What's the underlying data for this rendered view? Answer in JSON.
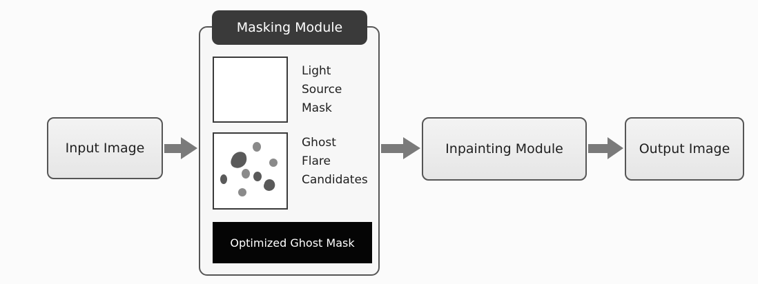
{
  "diagram": {
    "input": {
      "label": "Input Image"
    },
    "masking_module": {
      "title": "Masking Module",
      "light_source": {
        "lines": [
          "Light",
          "Source",
          "Mask"
        ]
      },
      "ghost_candidates": {
        "lines": [
          "Ghost",
          "Flare",
          "Candidates"
        ]
      },
      "optimized": {
        "label": "Optimized Ghost Mask"
      }
    },
    "inpainting": {
      "label": "Inpainting Module"
    },
    "output": {
      "label": "Output Image"
    }
  },
  "colors": {
    "box_fill": "#e9e9e9",
    "box_border": "#555555",
    "title_fill": "#3a3a3a",
    "optimized_fill": "#050505",
    "arrow": "#7a7a7a",
    "blob_dark": "#5a5a5a",
    "blob_light": "#8a8a8a"
  }
}
